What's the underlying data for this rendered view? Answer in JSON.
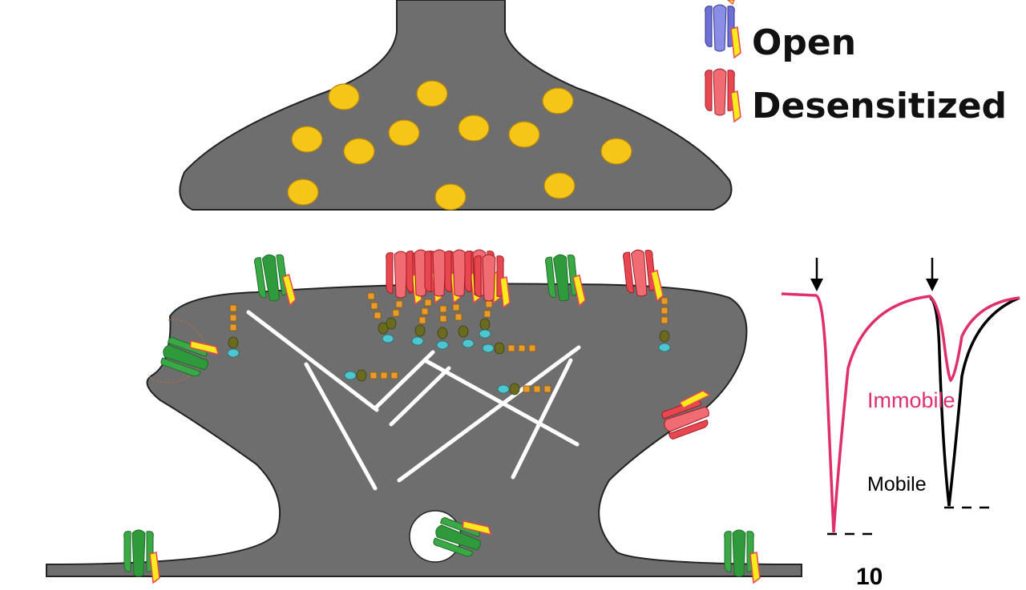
{
  "legend": {
    "items": [
      {
        "label": "Open",
        "color": "#6b6fd6"
      },
      {
        "label": "Desensitized",
        "color": "#e8474f"
      }
    ]
  },
  "traces": {
    "immobile_label": "Immobile",
    "mobile_label": "Mobile",
    "immobile_color": "#e0306a",
    "mobile_color": "#000000"
  },
  "scale_bar": {
    "label": "10"
  },
  "colors": {
    "cell": "#6e6e6e",
    "vesicle": "#f5c518",
    "receptor_open": "#6b6fd6",
    "receptor_desensitized": "#e8474f",
    "receptor_closed": "#39a845",
    "auxiliary_subunit": "#f7ea1d",
    "scaffold_square": "#e89a2a",
    "scaffold_oval": "#6b6b20",
    "scaffold_end": "#4fc6cf",
    "cytoskeleton": "#ffffff"
  }
}
